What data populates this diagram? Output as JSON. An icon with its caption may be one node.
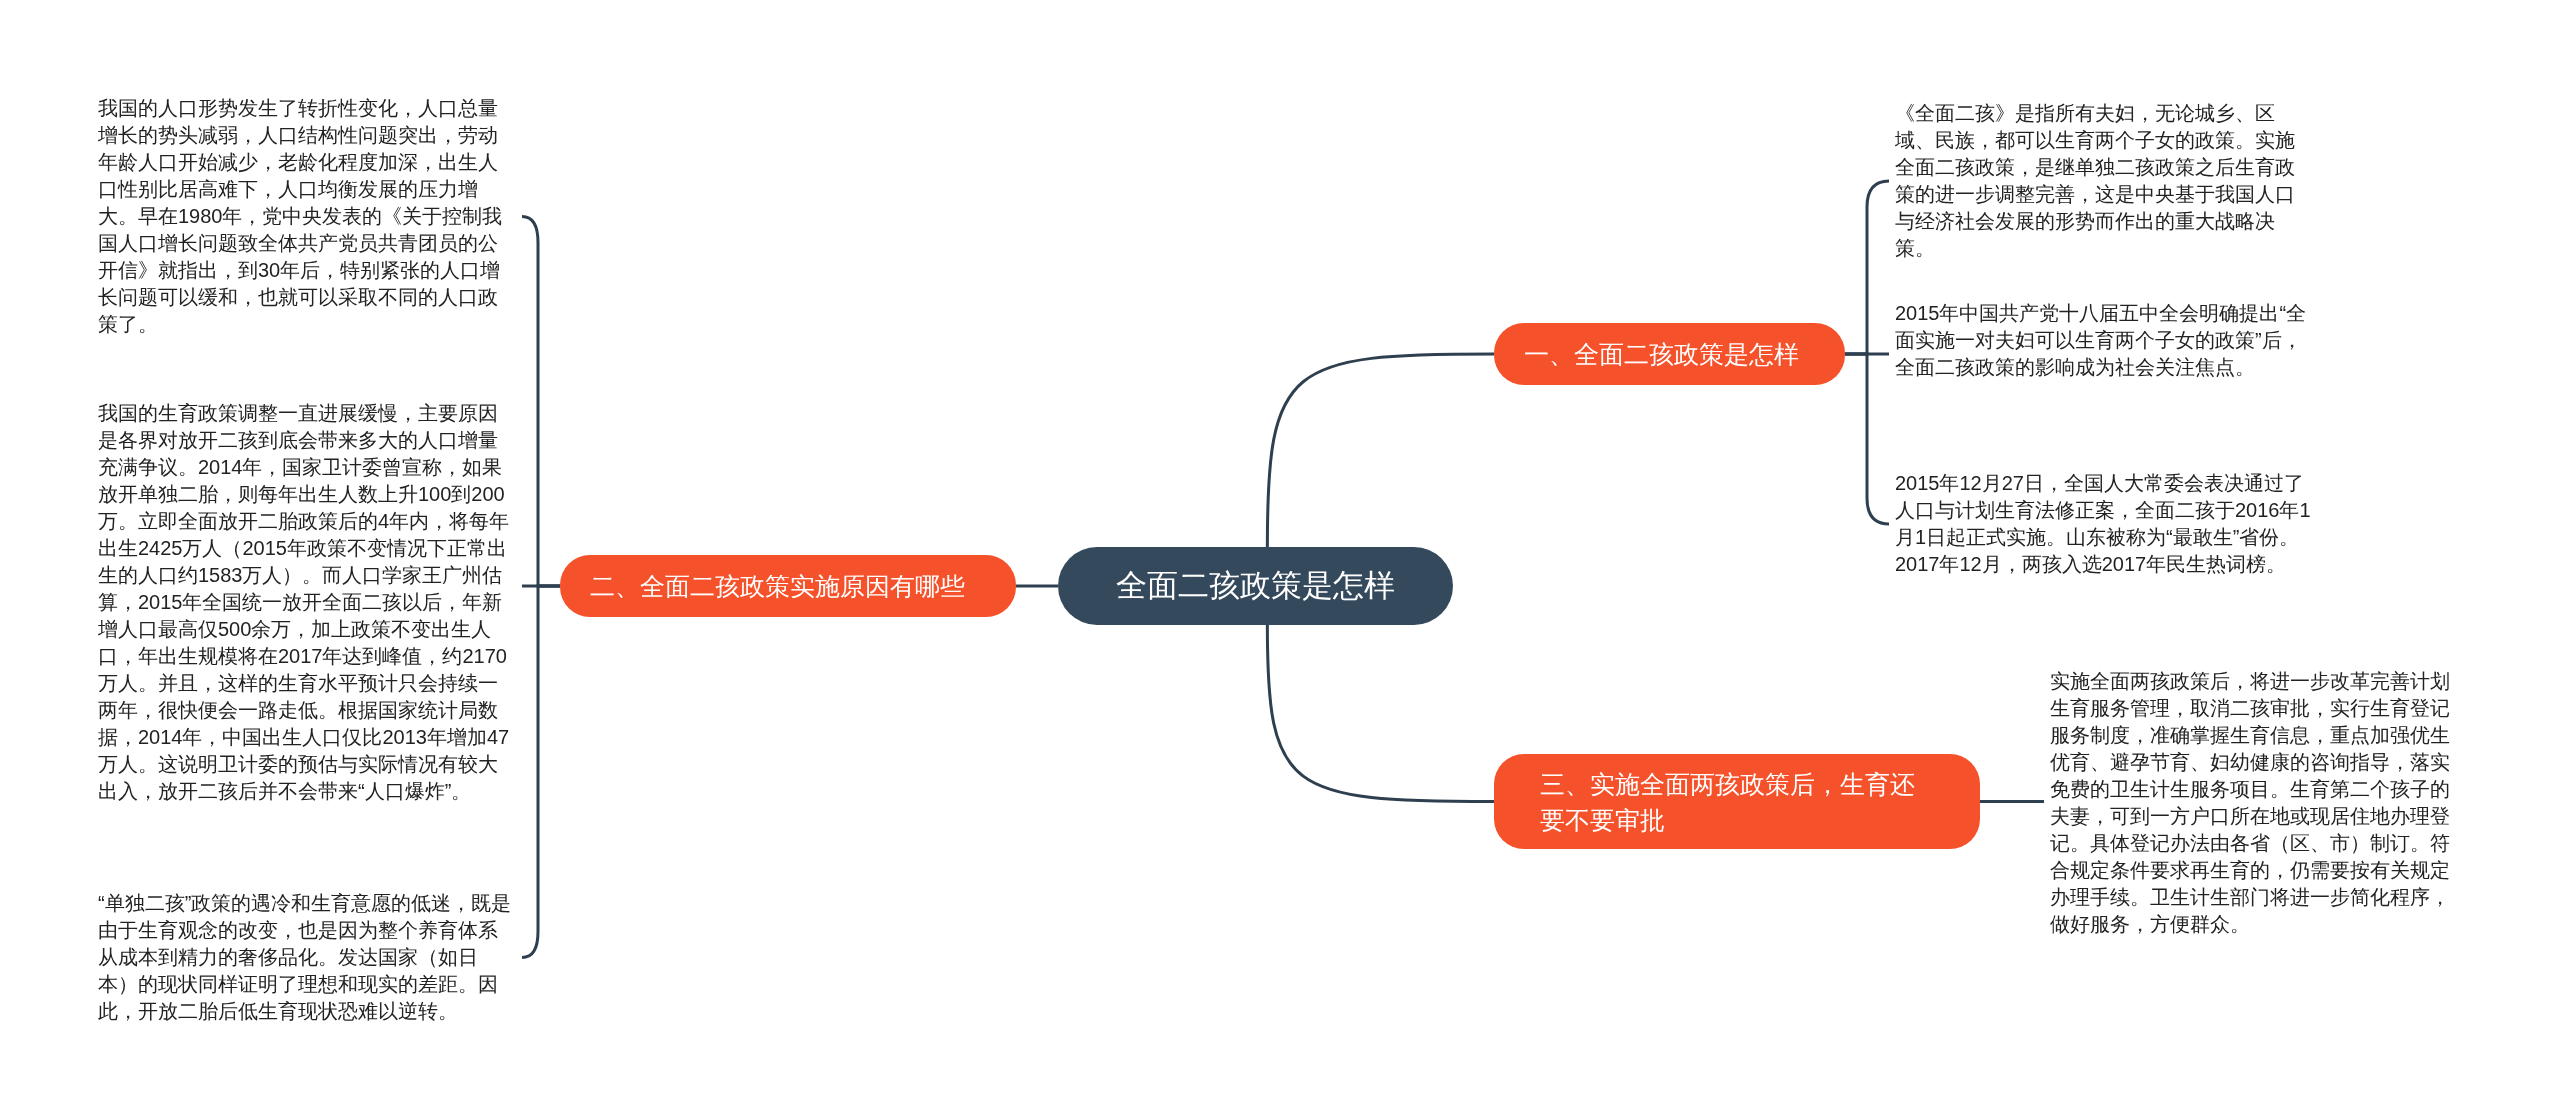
{
  "diagram": {
    "nodes": [
      {
        "text": [
          "全面二孩政策是怎样"
        ]
      },
      {
        "text": [
          "一、全面二孩政策是怎样"
        ]
      },
      {
        "text": [
          "《全面二孩》是指所有夫妇，无论城乡、区域、民族，都可以生育两个子女的政策。实施全面二孩政策，是继单独二孩政策之后生育政策的进一步调整完善，这是中央基于我国人口与经济社会发展的形势而作出的重大战略决策。"
        ]
      },
      {
        "text": [
          "2015年中国共产党十八届五中全会明确提出“全面实施一对夫妇可以生育两个子女的政策”后，全面二孩政策的影响成为社会关注焦点。"
        ]
      },
      {
        "text": [
          "2015年12月27日，全国人大常委会表决通过了人口与计划生育法修正案，全面二孩于2016年1月1日起正式实施。山东被称为“最敢生”省份。2017年12月，两孩入选2017年民生热词榜。"
        ]
      },
      {
        "text": [
          "二、全面二孩政策实施原因有哪些"
        ]
      },
      {
        "text": [
          "我国的人口形势发生了转折性变化，人口总量增长的势头减弱，人口结构性问题突出，劳动年龄人口开始减少，老龄化程度加深，出生人口性别比居高难下，人口均衡发展的压力增大。早在1980年，党中央发表的《关于控制我国人口增长问题致全体共产党员共青团员的公开信》就指出，到30年后，特别紧张的人口增长问题可以缓和，也就可以采取不同的人口政策了。"
        ]
      },
      {
        "text": [
          "我国的生育政策调整一直进展缓慢，主要原因是各界对放开二孩到底会带来多大的人口增量充满争议。2014年，国家卫计委曾宣称，如果放开单独二胎，则每年出生人数上升100到200万。立即全面放开二胎政策后的4年内，将每年出生2425万人（2015年政策不变情况下正常出生的人口约1583万人）。而人口学家王广州估算，2015年全国统一放开全面二孩以后，年新增人口最高仅500余万，加上政策不变出生人口，年出生规模将在2017年达到峰值，约2170万人。并且，这样的生育水平预计只会持续一两年，很快便会一路走低。根据国家统计局数据，2014年，中国出生人口仅比2013年增加47万人。这说明卫计委的预估与实际情况有较大出入，放开二孩后并不会带来“人口爆炸”。"
        ]
      },
      {
        "text": [
          "“单独二孩”政策的遇冷和生育意愿的低迷，既是由于生育观念的改变，也是因为整个养育体系从成本到精力的奢侈品化。发达国家（如日本）的现状同样证明了理想和现实的差距。因此，开放二胎后低生育现状恐难以逆转。"
        ]
      },
      {
        "text": [
          "三、实施全面两孩政策后，生育还要不要审批"
        ]
      },
      {
        "text": [
          "实施全面两孩政策后，将进一步改革完善计划生育服务管理，取消二孩审批，实行生育登记服务制度，准确掌握生育信息，重点加强优生优育、避孕节育、妇幼健康的咨询指导，落实免费的卫生计生服务项目。生育第二个孩子的夫妻，可到一方户口所在地或现居住地办理登记。具体登记办法由各省（区、市）制订。符合规定条件要求再生育的，仍需要按有关规定办理手续。卫生计生部门将进一步简化程序，做好服务，方便群众。"
        ]
      }
    ],
    "edges": [
      {
        "from": 0,
        "to": 1,
        "arrow": "none"
      },
      {
        "from": 1,
        "to": 2,
        "arrow": "none"
      },
      {
        "from": 1,
        "to": 3,
        "arrow": "none"
      },
      {
        "from": 1,
        "to": 4,
        "arrow": "none"
      },
      {
        "from": 0,
        "to": 5,
        "arrow": "none"
      },
      {
        "from": 5,
        "to": 6,
        "arrow": "none"
      },
      {
        "from": 5,
        "to": 7,
        "arrow": "none"
      },
      {
        "from": 5,
        "to": 8,
        "arrow": "none"
      },
      {
        "from": 0,
        "to": 9,
        "arrow": "none"
      },
      {
        "from": 9,
        "to": 10,
        "arrow": "none"
      }
    ]
  }
}
